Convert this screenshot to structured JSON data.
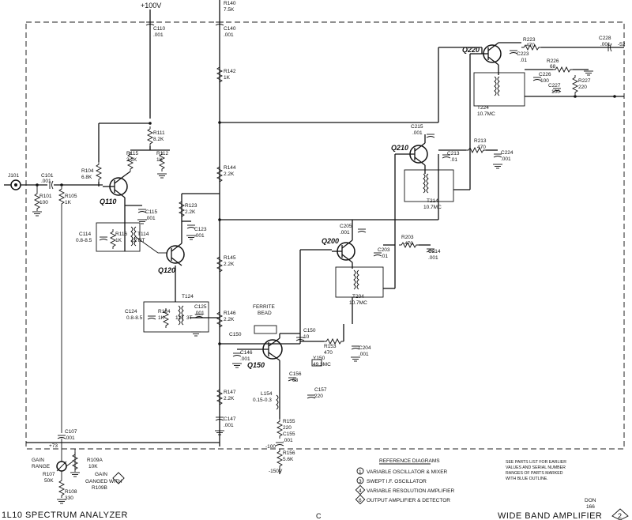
{
  "supplies": {
    "plus100": "+100V",
    "minus150": "-150V",
    "plus73": "+73",
    "minus100": "-100",
    "minus52": "-52"
  },
  "transistors": {
    "q110": "Q110",
    "q120": "Q120",
    "q150": "Q150",
    "q200": "Q200",
    "q210": "Q210",
    "q220": "Q220"
  },
  "resistors": {
    "r101": [
      "R101",
      "100"
    ],
    "r104": [
      "R104",
      "6.8K"
    ],
    "r105": [
      "R105",
      "1K"
    ],
    "r108": [
      "R108",
      "330"
    ],
    "r107": [
      "R107",
      "50K"
    ],
    "r109a": [
      "R109A",
      "10K"
    ],
    "r111": [
      "R111",
      "8.2K"
    ],
    "r112": [
      "R112",
      "1K"
    ],
    "r115": [
      "R115",
      "2.2K"
    ],
    "r116": [
      "R116",
      "1K"
    ],
    "r123": [
      "R123",
      "2.2K"
    ],
    "r124": [
      "R124",
      "1K"
    ],
    "r140": [
      "R140",
      "7.5K"
    ],
    "r142": [
      "R142",
      "1K"
    ],
    "r144": [
      "R144",
      "2.2K"
    ],
    "r145": [
      "R145",
      "2.2K"
    ],
    "r146": [
      "R146",
      "2.2K"
    ],
    "r147": [
      "R147",
      "2.2K"
    ],
    "r153": [
      "R153",
      "470"
    ],
    "r155": [
      "R155",
      "220"
    ],
    "r156": [
      "R156",
      "5.6K"
    ],
    "r203": [
      "R203",
      "470"
    ],
    "r213": [
      "R213",
      "470"
    ],
    "r223": [
      "R223",
      "470"
    ],
    "r226": [
      "R226",
      "68"
    ],
    "r227": [
      "R227",
      "220"
    ]
  },
  "capacitors": {
    "c101": [
      "C101",
      ".001"
    ],
    "c107": [
      "C107",
      ".001"
    ],
    "c110": [
      "C110",
      ".001"
    ],
    "c114": [
      "C114",
      "0.8-8.5"
    ],
    "c115": [
      "C115",
      ".001"
    ],
    "c123": [
      "C123",
      ".001"
    ],
    "c124": [
      "C124",
      "0.8-8.5"
    ],
    "c125": [
      "C125",
      ".001"
    ],
    "c140": [
      "C140",
      ".001"
    ],
    "c146": [
      "C146",
      ".001"
    ],
    "c147": [
      "C147",
      ".001"
    ],
    "c150": [
      "C150",
      "10"
    ],
    "c150b": "C150",
    "c155": [
      "C155",
      ".001"
    ],
    "c156": [
      "C156",
      "68"
    ],
    "c157": [
      "C157",
      "220"
    ],
    "c203": [
      "C203",
      ".01"
    ],
    "c204": [
      "C204",
      ".001"
    ],
    "c205": [
      "C205",
      ".001"
    ],
    "c213": [
      "C213",
      ".01"
    ],
    "c214": [
      "C214",
      ".001"
    ],
    "c215": [
      "C215",
      ".001"
    ],
    "c223": [
      "C223",
      ".01"
    ],
    "c224": [
      "C224",
      ".001"
    ],
    "c226": [
      "C226",
      "100"
    ],
    "c227": [
      "C227",
      "100"
    ],
    "c228": [
      "C228",
      ".001"
    ]
  },
  "transformers": {
    "t114": [
      "T114",
      "12T",
      "2T"
    ],
    "t124": [
      "T124",
      "12T",
      "3T"
    ],
    "t204": [
      "T204",
      "10.7MC"
    ],
    "t214": [
      "T214",
      "10.7MC"
    ],
    "t224": [
      "T224",
      "10.7MC"
    ]
  },
  "other": {
    "j101": "J101",
    "y150": [
      "Y150",
      "49.3MC"
    ],
    "l154": [
      "L154",
      "0.15-0.3"
    ],
    "ferrite": [
      "FERRITE",
      "BEAD"
    ],
    "gain_range": [
      "GAIN",
      "RANGE"
    ],
    "gain": "GAIN",
    "ganged": [
      "GANGED WITH",
      "R109B"
    ]
  },
  "reference": {
    "title": "REFERENCE DIAGRAMS",
    "items": [
      {
        "num": "1",
        "text": "VARIABLE OSCILLATOR & MIXER"
      },
      {
        "num": "3",
        "text": "SWEPT I.F. OSCILLATOR"
      },
      {
        "num": "4",
        "text": "VARIABLE RESOLUTION AMPLIFIER"
      },
      {
        "num": "6",
        "text": "OUTPUT AMPLIFIER & DETECTOR"
      }
    ]
  },
  "note": [
    "SEE PARTS LIST FOR EARLIER",
    "VALUES AND SERIAL NUMBER",
    "RANGES OF PARTS MARKED",
    "WITH BLUE OUTLINE."
  ],
  "footer": {
    "left": "1L10  SPECTRUM ANALYZER",
    "center": "C",
    "right": "WIDE BAND AMPLIFIER",
    "diagram_num": "2",
    "drawn": [
      "DON",
      "166"
    ]
  }
}
